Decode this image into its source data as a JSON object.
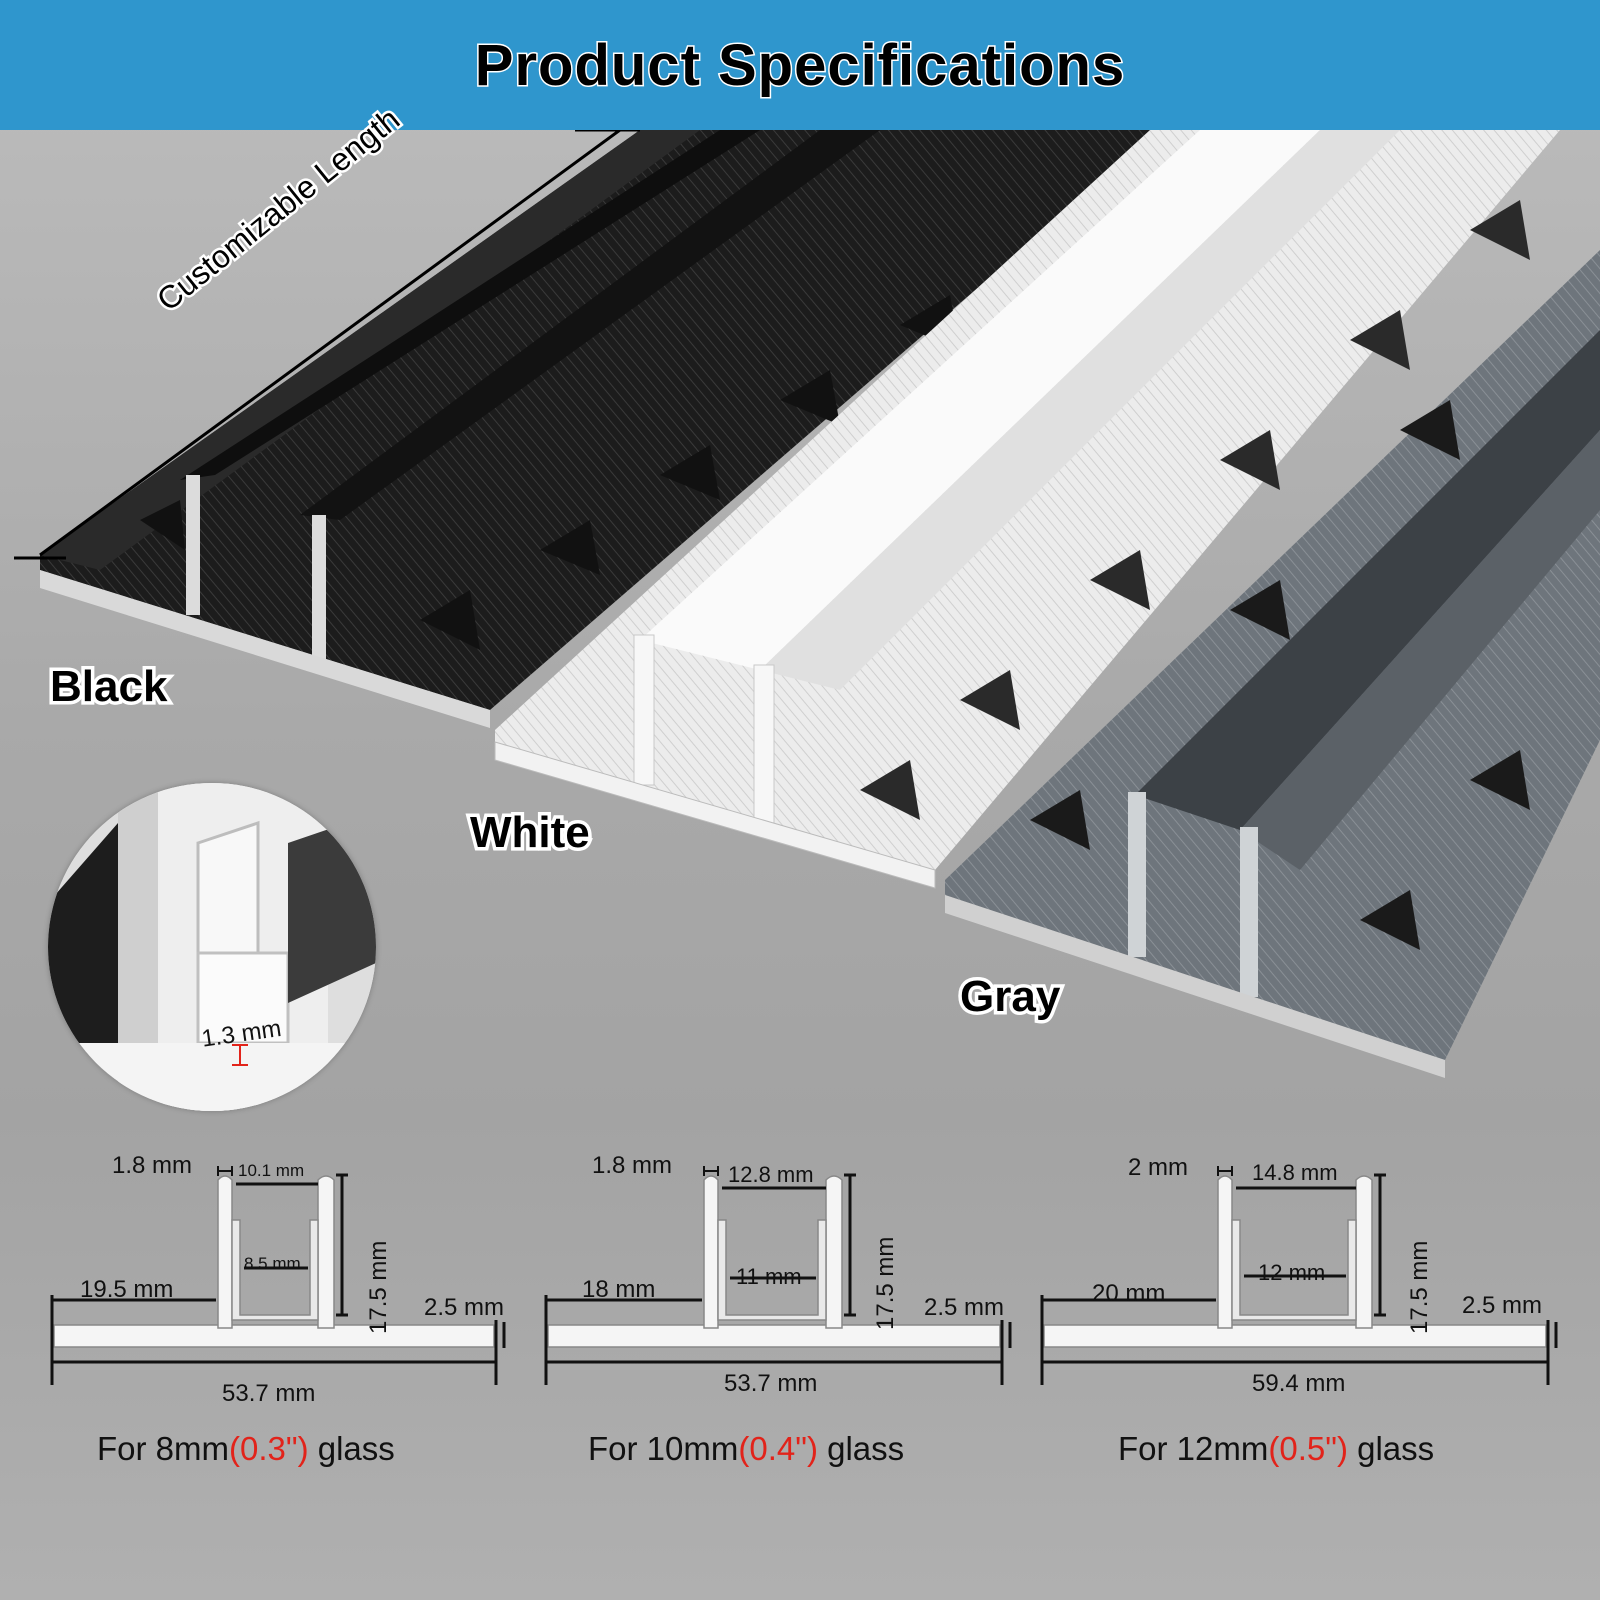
{
  "header": {
    "title": "Product Specifications"
  },
  "product": {
    "length_label": "Customizable Length",
    "colors": [
      {
        "name": "Black",
        "hex": "#1e1e1e"
      },
      {
        "name": "White",
        "hex": "#f2f2f2"
      },
      {
        "name": "Gray",
        "hex": "#6e757c"
      }
    ],
    "inset_label": "1.3 mm"
  },
  "diagrams": [
    {
      "wall_thickness": "1.8 mm",
      "top_gap": "10.1 mm",
      "inner_width": "8.5 mm",
      "height": "17.5 mm",
      "flange_width": "19.5 mm",
      "base_thickness": "2.5 mm",
      "total_width": "53.7 mm",
      "caption": {
        "prefix": "For 8mm",
        "inch": "(0.3\")",
        "suffix": " glass"
      }
    },
    {
      "wall_thickness": "1.8 mm",
      "top_gap": "12.8 mm",
      "inner_width": "11 mm",
      "height": "17.5 mm",
      "flange_width": "18 mm",
      "base_thickness": "2.5 mm",
      "total_width": "53.7 mm",
      "caption": {
        "prefix": "For 10mm",
        "inch": "(0.4\")",
        "suffix": " glass"
      }
    },
    {
      "wall_thickness": "2 mm",
      "top_gap": "14.8 mm",
      "inner_width": "12 mm",
      "height": "17.5 mm",
      "flange_width": "20 mm",
      "base_thickness": "2.5 mm",
      "total_width": "59.4 mm",
      "caption": {
        "prefix": "For 12mm",
        "inch": "(0.5\")",
        "suffix": " glass"
      }
    }
  ],
  "colors": {
    "banner": "#2f96cd",
    "accent_red": "#e2231a"
  }
}
